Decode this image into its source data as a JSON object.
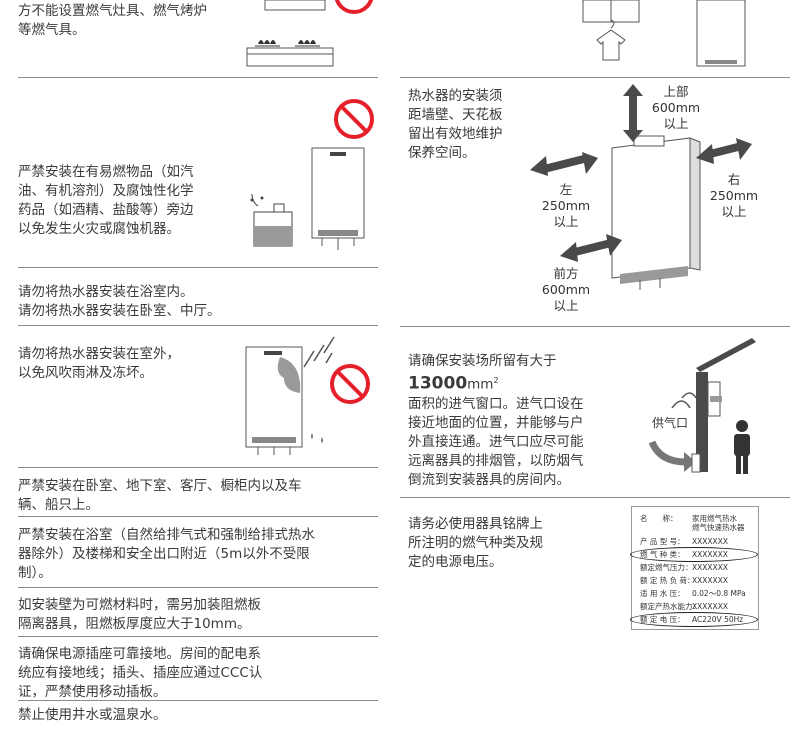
{
  "left": {
    "item1": "方不能设置燃气灶具、燃气烤炉\n等燃气具。",
    "item2": "严禁安装在有易燃物品（如汽\n油、有机溶剂）及腐蚀性化学\n药品（如酒精、盐酸等）旁边\n以免发生火灾或腐蚀机器。",
    "item3": "请勿将热水器安装在浴室内。\n请勿将热水器安装在卧室、中厅。",
    "item4": "请勿将热水器安装在室外，\n以免风吹雨淋及冻坏。",
    "item5": "严禁安装在卧室、地下室、客厅、橱柜内以及车\n辆、船只上。",
    "item6": "严禁安装在浴室（自然给排气式和强制给排式热水\n器除外）及楼梯和安全出口附近（5m以外不受限\n制）。",
    "item7": "如安装壁为可燃材料时，需另加装阻燃板\n隔离器具，阻燃板厚度应大于10mm。",
    "item8": "请确保电源插座可靠接地。房间的配电系\n统应有接地线；插头、插座应通过CCC认\n证，严禁使用移动插板。",
    "item9": "禁止使用井水或温泉水。"
  },
  "right": {
    "clearance_text": "热水器的安装须\n距墙壁、天花板\n留出有效地维护\n保养空间。",
    "top_label": "上部\n600mm\n以上",
    "left_label": "左\n250mm\n以上",
    "right_label": "右\n250mm\n以上",
    "front_label": "前方\n600mm\n以上",
    "vent_text_a": "请确保安装场所留有大于",
    "vent_text_num": "13000",
    "vent_text_unit": "mm",
    "vent_text_sup": "2",
    "vent_text_b": "面积的进气窗口。进气口设在\n接近地面的位置，并能够与户\n外直接连通。进气口应尽可能\n远离器具的排烟管，以防烟气\n倒流到安装器具的房间内。",
    "vent_label": "供气口",
    "nameplate_text": "请务必使用器具铭牌上\n所注明的燃气种类及规\n定的电源电压。"
  },
  "nameplate": {
    "rows": [
      {
        "k": "名　　称：",
        "v": "家用燃气热水"
      },
      {
        "k": "",
        "v": "燃气快速热水器"
      },
      {
        "k": "产 品 型 号：",
        "v": "XXXXXXX"
      },
      {
        "k": "燃 气 种 类：",
        "v": "XXXXXXX"
      },
      {
        "k": "额定燃气压力：",
        "v": "XXXXXXX"
      },
      {
        "k": "额 定 热 负 荷：",
        "v": "XXXXXXX"
      },
      {
        "k": "适 用 水 压：",
        "v": "0.02～0.8 MPa"
      },
      {
        "k": "额定产热水能力：",
        "v": "XXXXXXX"
      },
      {
        "k": "额 定 电 压：",
        "v": "AC220V  50Hz"
      }
    ]
  },
  "colors": {
    "prohibit_red": "#e6202a",
    "arrow": "#4a4a4a",
    "divider": "#8a8a8a"
  }
}
